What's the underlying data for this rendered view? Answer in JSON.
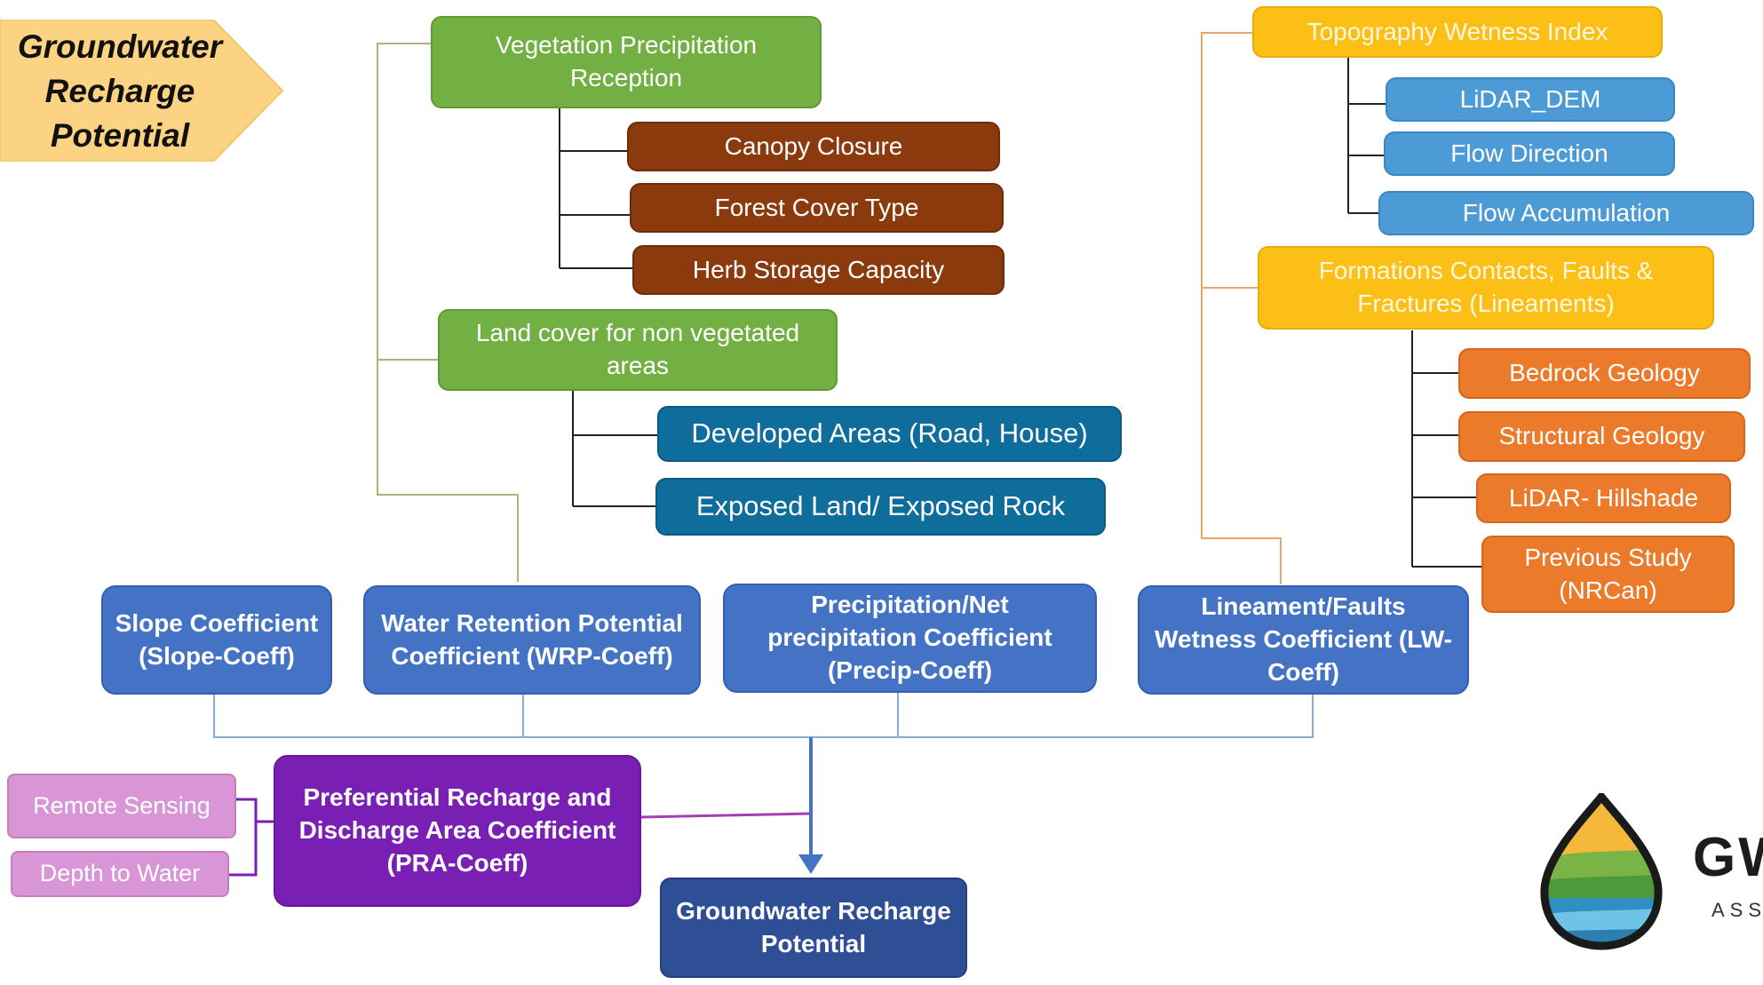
{
  "title": {
    "line1": "Groundwater",
    "line2": "Recharge",
    "line3": "Potential",
    "color": "#fcd383"
  },
  "vegetation": {
    "header": "Vegetation Precipitation Reception",
    "items": [
      "Canopy Closure",
      "Forest Cover Type",
      "Herb Storage Capacity"
    ]
  },
  "landcover": {
    "header": "Land cover for non vegetated areas",
    "items": [
      "Developed Areas (Road, House)",
      "Exposed Land/ Exposed Rock"
    ]
  },
  "topography": {
    "header": "Topography Wetness Index",
    "items": [
      "LiDAR_DEM",
      "Flow Direction",
      "Flow Accumulation"
    ]
  },
  "formations": {
    "header": "Formations Contacts, Faults & Fractures (Lineaments)",
    "items": [
      "Bedrock Geology",
      "Structural Geology",
      "LiDAR- Hillshade",
      "Previous Study (NRCan)"
    ]
  },
  "coefficients": [
    "Slope Coefficient (Slope-Coeff)",
    "Water Retention Potential Coefficient (WRP-Coeff)",
    "Precipitation/Net precipitation Coefficient (Precip-Coeff)",
    "Lineament/Faults Wetness Coefficient (LW-Coeff)"
  ],
  "pra": {
    "label": "Preferential Recharge and Discharge Area Coefficient (PRA-Coeff)",
    "inputs": [
      "Remote Sensing",
      "Depth to Water"
    ]
  },
  "result": "Groundwater Recharge Potential",
  "logo": {
    "text": "GW",
    "subtext": "ASSES"
  },
  "colors": {
    "green": "#72b043",
    "brown": "#8b3a0e",
    "teal": "#0f6d9c",
    "yellow": "#fbbf16",
    "light_blue": "#4c9bd6",
    "orange": "#ec7a2b",
    "blue": "#4472c4",
    "purple": "#7a1fb3",
    "pink": "#d996d6",
    "navy": "#2e4f95"
  }
}
